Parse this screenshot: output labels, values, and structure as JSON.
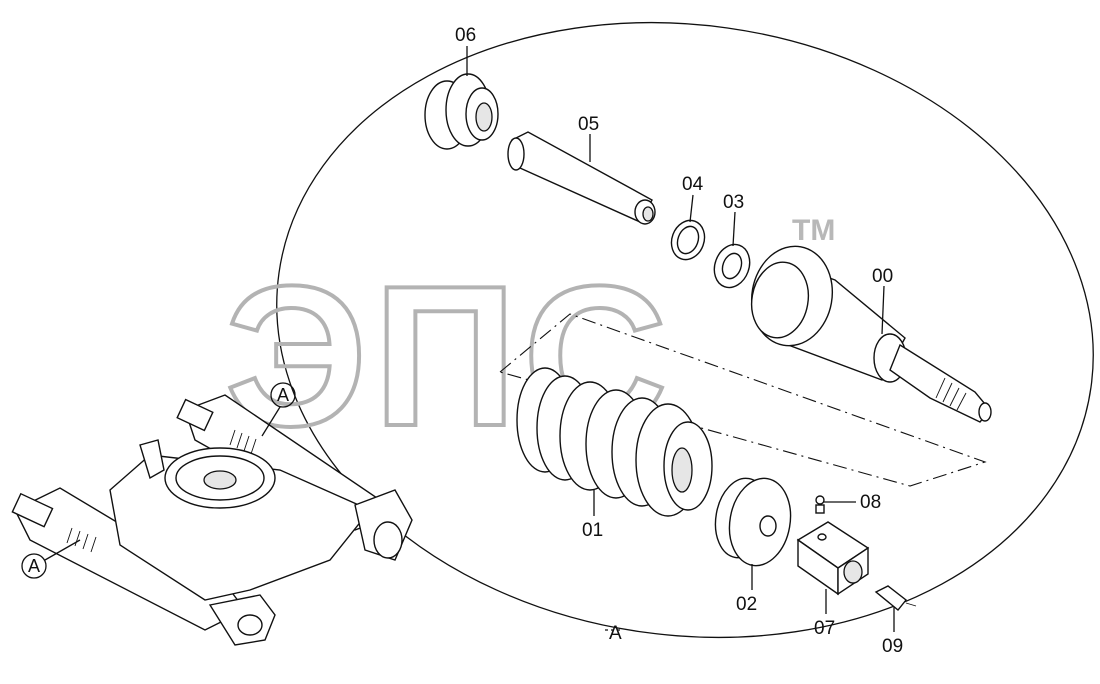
{
  "watermark": {
    "text": "ЭПС",
    "trademark": "TM"
  },
  "detail_label": "A",
  "callouts": [
    {
      "id": "callout-00",
      "text": "00"
    },
    {
      "id": "callout-01",
      "text": "01"
    },
    {
      "id": "callout-02",
      "text": "02"
    },
    {
      "id": "callout-03",
      "text": "03"
    },
    {
      "id": "callout-04",
      "text": "04"
    },
    {
      "id": "callout-05",
      "text": "05"
    },
    {
      "id": "callout-06",
      "text": "06"
    },
    {
      "id": "callout-07",
      "text": "07"
    },
    {
      "id": "callout-08",
      "text": "08"
    },
    {
      "id": "callout-09",
      "text": "09"
    }
  ],
  "frame_markers": [
    "A",
    "A"
  ]
}
